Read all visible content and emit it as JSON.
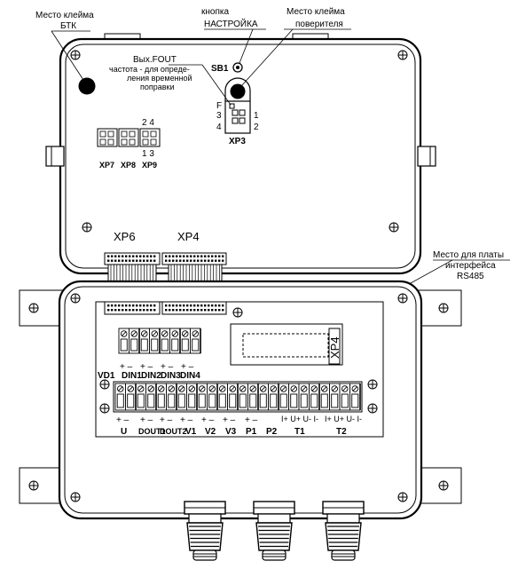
{
  "callouts": {
    "btk_seal_line1": "Место клейма",
    "btk_seal_line2": "БТК",
    "setup_button_line1": "кнопка",
    "setup_button_line2": "НАСТРОЙКА",
    "verifier_seal_line1": "Место клейма",
    "verifier_seal_line2": "поверителя",
    "fout_title": "Вых.FOUT",
    "fout_line1": "частота - для опреде-",
    "fout_line2": "ления временной",
    "fout_line3": "поправки",
    "rs485_line1": "Место для платы",
    "rs485_line2": "интерфейса",
    "rs485_line3": "RS485"
  },
  "lid": {
    "sb1": "SB1",
    "xp3": {
      "name": "XP3",
      "pin_f": "F",
      "pin_3": "3",
      "pin_4": "4",
      "pin_1": "1",
      "pin_2": "2"
    },
    "jumpers": {
      "top_numbers": "2 4",
      "bottom_numbers": "1 3",
      "names": [
        "XP7",
        "XP8",
        "XP9"
      ]
    },
    "flat_cable_labels": [
      "XP6",
      "XP4"
    ]
  },
  "base": {
    "vd1": "VD1",
    "din_polarity": [
      "+ –",
      "+ –",
      "+ –",
      "+ –"
    ],
    "din_labels": [
      "DIN1",
      "DIN2",
      "DIN3",
      "DIN4"
    ],
    "rs485_socket": "XP4",
    "terminal_polarity": [
      "+ –",
      "+ –",
      "+ –",
      "+ –",
      "+ –",
      "+ –",
      "+ –",
      "I+ U+ U- I-",
      "I+ U+ U- I-"
    ],
    "terminal_labels": [
      "U",
      "DOUT1",
      "DOUT2",
      "V1",
      "V2",
      "V3",
      "P1",
      "P2",
      "T1",
      "T2"
    ]
  }
}
